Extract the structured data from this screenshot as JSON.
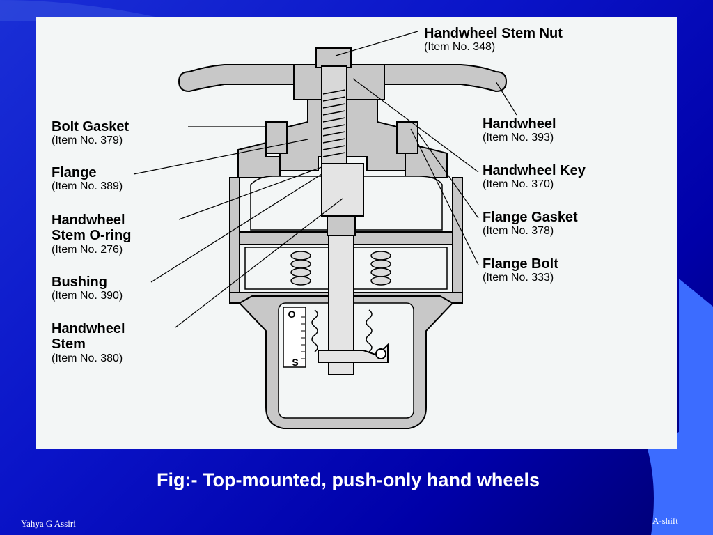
{
  "slide": {
    "caption": "Fig:- Top-mounted, push-only hand wheels",
    "author": "Yahya G Assiri",
    "footer_right": "A-shift"
  },
  "labels": [
    {
      "name": "Handwheel Stem Nut",
      "item": "(Item No. 348)"
    },
    {
      "name": "Bolt Gasket",
      "item": "(Item No. 379)"
    },
    {
      "name": "Handwheel",
      "item": "(Item No. 393)"
    },
    {
      "name": "Flange",
      "item": "(Item No. 389)"
    },
    {
      "name": "Handwheel Key",
      "item": "(Item No. 370)"
    },
    {
      "name": "Handwheel\nStem O-ring",
      "item": "(Item No. 276)"
    },
    {
      "name": "Flange Gasket",
      "item": "(Item No. 378)"
    },
    {
      "name": "Bushing",
      "item": "(Item No. 390)"
    },
    {
      "name": "Flange Bolt",
      "item": "(Item No. 333)"
    },
    {
      "name": "Handwheel\nStem",
      "item": "(Item No. 380)"
    }
  ],
  "gauge": {
    "top_mark": "O",
    "bottom_mark": "S"
  },
  "colors": {
    "background": "#0000a8",
    "panel": "#f3f6f6",
    "part_fill": "#c8c8c8",
    "text": "#000000"
  }
}
